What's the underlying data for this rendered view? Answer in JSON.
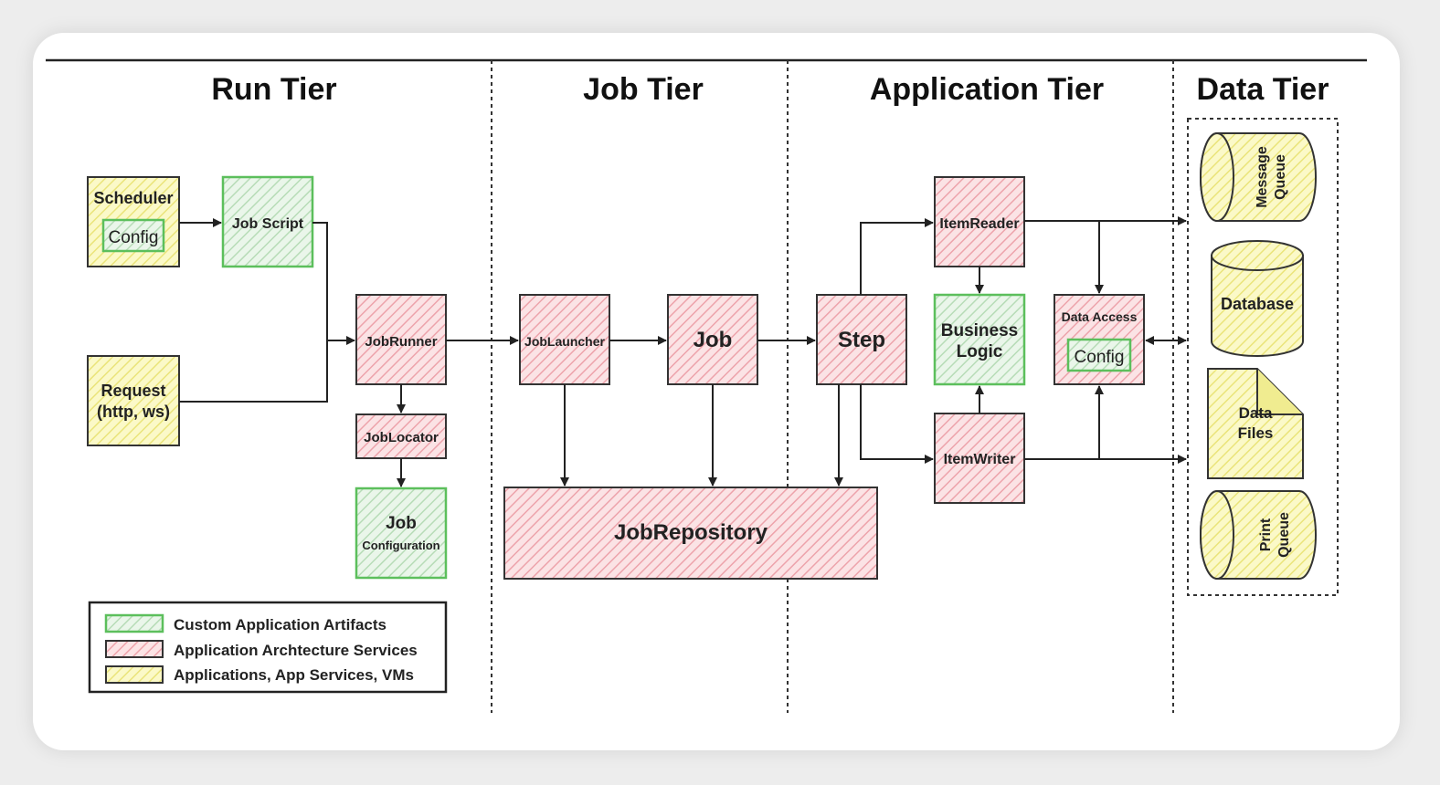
{
  "tiers": [
    "Run Tier",
    "Job Tier",
    "Application Tier",
    "Data Tier"
  ],
  "nodes": {
    "scheduler": "Scheduler",
    "scheduler_config": "Config",
    "job_script": "Job Script",
    "request_line1": "Request",
    "request_line2": "(http, ws)",
    "job_runner": "JobRunner",
    "job_locator": "JobLocator",
    "job_config_line1": "Job",
    "job_config_line2": "Configuration",
    "job_launcher": "JobLauncher",
    "job": "Job",
    "step": "Step",
    "job_repository": "JobRepository",
    "item_reader": "ItemReader",
    "business_logic_line1": "Business",
    "business_logic_line2": "Logic",
    "item_writer": "ItemWriter",
    "data_access": "Data Access",
    "data_access_config": "Config",
    "message_queue_line1": "Message",
    "message_queue_line2": "Queue",
    "database": "Database",
    "data_files_line1": "Data",
    "data_files_line2": "Files",
    "print_queue_line1": "Print",
    "print_queue_line2": "Queue"
  },
  "legend": [
    {
      "label": "Custom Application Artifacts",
      "color": "#cde9cd"
    },
    {
      "label": "Application Archtecture Services",
      "color": "#f7cdd1"
    },
    {
      "label": "Applications, App Services, VMs",
      "color": "#f5f2a0"
    }
  ],
  "colors": {
    "pink": "#f7cdd1",
    "green": "#d5ecd5",
    "yellow": "#f5f2a0",
    "green_border": "#5cbf5c"
  }
}
